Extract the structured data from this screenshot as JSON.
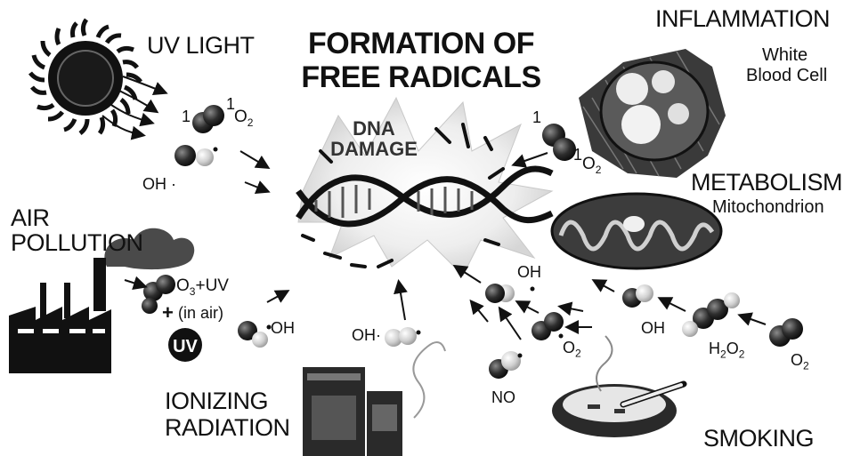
{
  "title": {
    "line1": "FORMATION OF",
    "line2": "FREE RADICALS"
  },
  "center_label": {
    "line1": "DNA",
    "line2": "DAMAGE"
  },
  "sources": {
    "uv_light": "UV LIGHT",
    "inflammation": "INFLAMMATION",
    "inflammation_sub1": "White",
    "inflammation_sub2": "Blood Cell",
    "metabolism": "METABOLISM",
    "metabolism_sub": "Mitochondrion",
    "air_pollution1": "AIR",
    "air_pollution2": "POLLUTION",
    "ionizing1": "IONIZING",
    "ionizing2": "RADIATION",
    "smoking": "SMOKING",
    "uv_badge": "UV"
  },
  "species": {
    "singlet_o2_sup_1": "1",
    "singlet_o2_sup_2": "1",
    "singlet_o2_formula": "O",
    "singlet_o2_sub": "2",
    "hydroxyl": "OH",
    "dot": "·",
    "ozone": "O",
    "ozone_sub": "3",
    "ozone_rest": "+UV",
    "plus": "+",
    "in_air": "(in air)",
    "nitric_oxide": "NO",
    "superoxide": "O",
    "superoxide_sub": "2",
    "peroxide_h": "H",
    "peroxide_sub1": "2",
    "peroxide_o": "O",
    "peroxide_sub2": "2",
    "oxygen": "O",
    "oxygen_sub": "2"
  }
}
